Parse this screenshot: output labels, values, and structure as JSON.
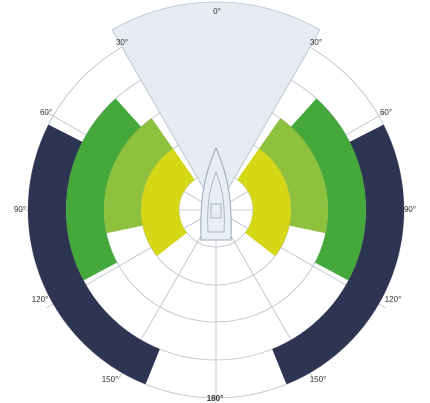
{
  "angle_labels": [
    "0°",
    "30°",
    "30°",
    "60°",
    "60°",
    "90°",
    "90°",
    "120°",
    "120°",
    "150°",
    "150°",
    "180°"
  ],
  "colors": {
    "grid": "#b9bdc6",
    "no_go_zone_fill": "#e3eaf1",
    "no_go_zone_stroke": "#b7c4d2",
    "navy": "#2e3553",
    "green": "#45a83a",
    "light_green": "#8ec13e",
    "yellow": "#d5d717",
    "boat_fill": "#e8eef4",
    "boat_stroke": "#9aa9b9"
  },
  "icons": {
    "boat": "sailboat-hull-icon"
  }
}
